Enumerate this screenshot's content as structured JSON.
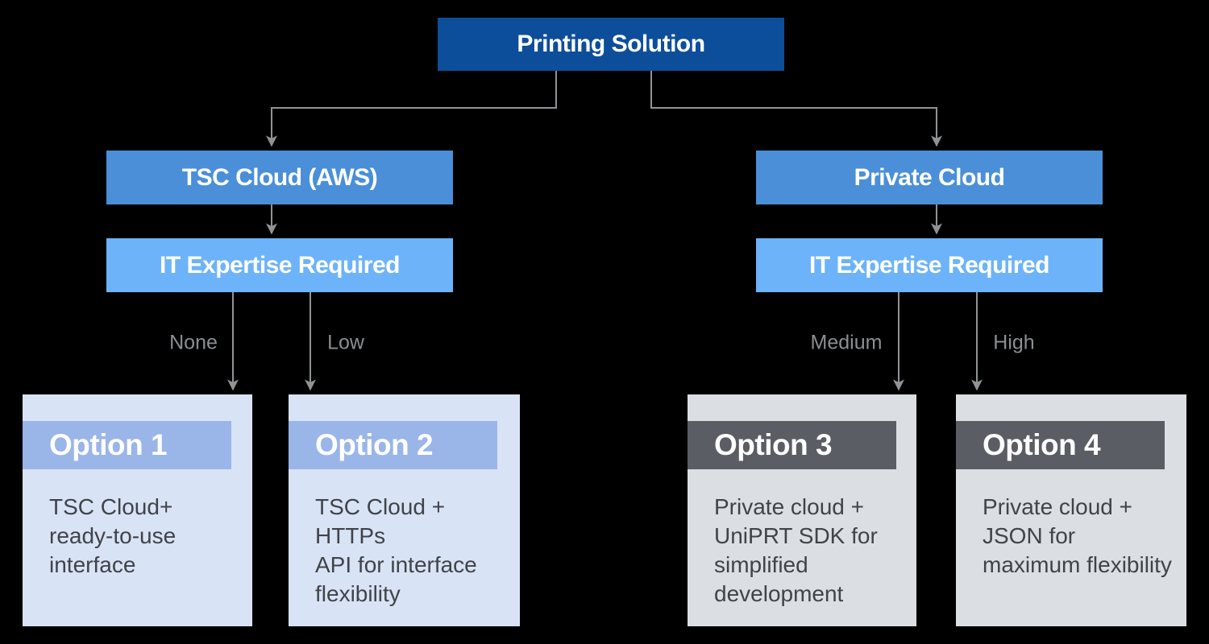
{
  "title": "Printing Solution decision flowchart",
  "colors": {
    "background": "#000000",
    "root_box": "#0d4e9b",
    "branch_box": "#4a8fd8",
    "expertise_box": "#6db3f9",
    "cloud_card_bg": "#d9e3f6",
    "cloud_card_header": "#9ab5e8",
    "private_card_bg": "#dbdee2",
    "private_card_header": "#5a5d63",
    "connector": "#909396",
    "edge_label_text": "#8b8e92",
    "card_body_text": "#404348",
    "node_text": "#ffffff"
  },
  "nodes": {
    "root": {
      "label": "Printing Solution"
    },
    "tsc_cloud": {
      "label": "TSC Cloud (AWS)"
    },
    "it_expertise_left": {
      "label": "IT Expertise Required"
    },
    "private_cloud": {
      "label": "Private Cloud"
    },
    "it_expertise_right": {
      "label": "IT Expertise Required"
    }
  },
  "edge_labels": {
    "none": "None",
    "low": "Low",
    "medium": "Medium",
    "high": "High"
  },
  "options": [
    {
      "title": "Option 1",
      "body": "TSC Cloud+\nready-to-use\ninterface"
    },
    {
      "title": "Option 2",
      "body": "TSC Cloud + HTTPs\nAPI for interface\nflexibility"
    },
    {
      "title": "Option 3",
      "body": "Private cloud +\nUniPRT SDK for\nsimplified\ndevelopment"
    },
    {
      "title": "Option 4",
      "body": "Private cloud +\nJSON for\nmaximum flexibility"
    }
  ]
}
